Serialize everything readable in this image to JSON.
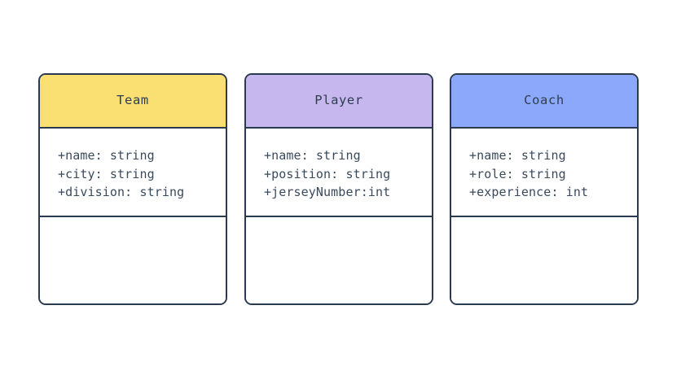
{
  "diagram": {
    "type": "uml-class-diagram",
    "background_color": "#ffffff",
    "border_color": "#2b3a4e",
    "text_color": "#3a4a5e",
    "title_color": "#2f3d4f",
    "classes": [
      {
        "name": "Team",
        "header_color": "#fae073",
        "attributes": [
          "+name: string",
          "+city: string",
          "+division: string"
        ],
        "methods": []
      },
      {
        "name": "Player",
        "header_color": "#c6b8ef",
        "attributes": [
          "+name: string",
          "+position: string",
          "+jerseyNumber:int"
        ],
        "methods": []
      },
      {
        "name": "Coach",
        "header_color": "#8ba8fb",
        "attributes": [
          "+name: string",
          "+role: string",
          "+experience: int"
        ],
        "methods": []
      }
    ]
  }
}
